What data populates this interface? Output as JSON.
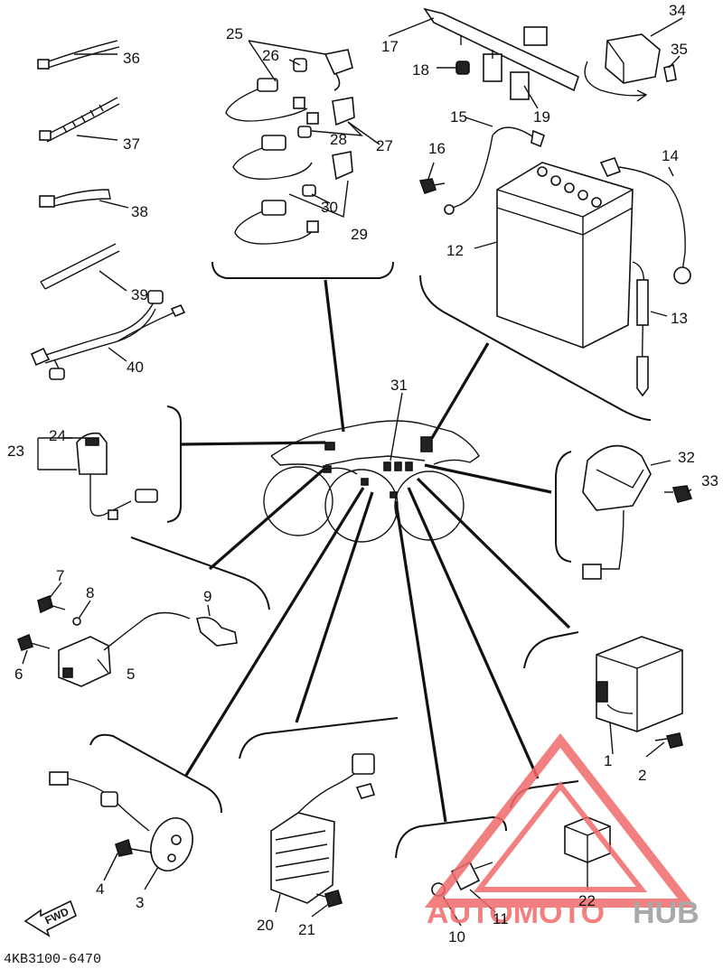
{
  "diagram_code": "4KB3100-6470",
  "fwd_label": "FWD",
  "watermark": {
    "auto": "AUTOMOTO",
    "hub": "HUB"
  },
  "colors": {
    "ink": "#111111",
    "watermark_red": "#f26b6b",
    "watermark_gray": "#9b9b9b"
  },
  "callouts": [
    "1",
    "2",
    "3",
    "4",
    "5",
    "6",
    "7",
    "8",
    "9",
    "10",
    "11",
    "12",
    "13",
    "14",
    "15",
    "16",
    "17",
    "18",
    "19",
    "20",
    "21",
    "22",
    "23",
    "24",
    "25",
    "26",
    "27",
    "28",
    "29",
    "30",
    "31",
    "32",
    "33",
    "34",
    "35",
    "36",
    "37",
    "38",
    "39",
    "40"
  ]
}
